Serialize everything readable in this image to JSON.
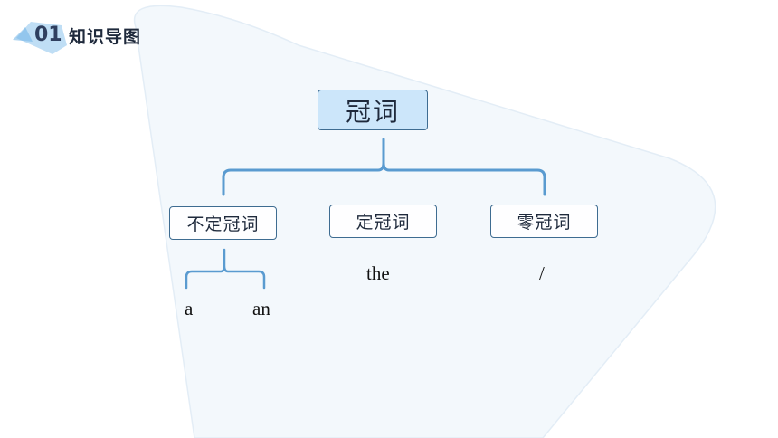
{
  "header": {
    "section_number": "01",
    "section_title": "知识导图"
  },
  "diagram": {
    "root": "冠词",
    "children": [
      {
        "label": "不定冠词",
        "examples": [
          "a",
          "an"
        ]
      },
      {
        "label": "定冠词",
        "examples": [
          "the"
        ]
      },
      {
        "label": "零冠词",
        "examples": [
          "/"
        ]
      }
    ]
  },
  "colors": {
    "root_fill": "#cce6fa",
    "border": "#3e6c91",
    "bracket": "#5a9bd0",
    "background_shape": "#f3f8fc"
  }
}
